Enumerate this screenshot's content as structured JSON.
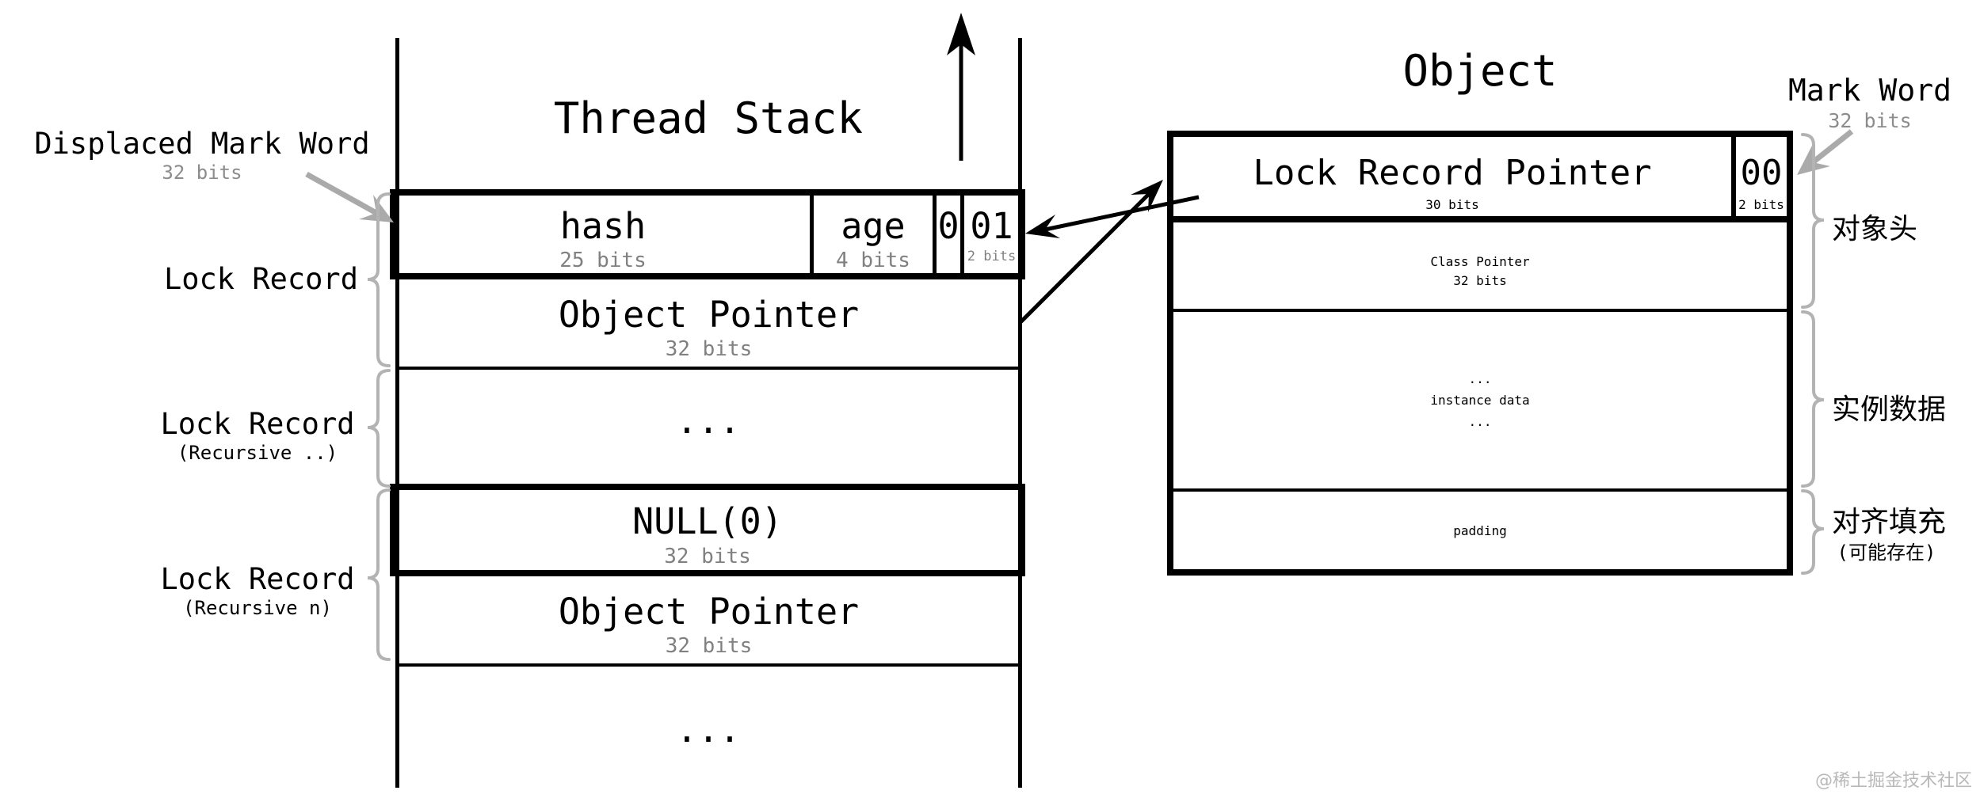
{
  "colors": {
    "ink": "#000000",
    "bits_gray": "#808080",
    "annotation_gray": "#aaaaaa",
    "watermark_gray": "#b9b9b9"
  },
  "titles": {
    "thread_stack": "Thread Stack",
    "object": "Object"
  },
  "thread_stack": {
    "mark_word": {
      "cells": [
        {
          "label": "hash",
          "bits": "25 bits"
        },
        {
          "label": "age",
          "bits": "4 bits"
        },
        {
          "label": "0",
          "bits": ""
        },
        {
          "label": "01",
          "bits": "2 bits"
        }
      ]
    },
    "object_pointer_1": {
      "label": "Object Pointer",
      "bits": "32 bits"
    },
    "ellipsis_1": "...",
    "null_row": {
      "label": "NULL(0)",
      "bits": "32 bits"
    },
    "object_pointer_2": {
      "label": "Object Pointer",
      "bits": "32 bits"
    },
    "ellipsis_2": "..."
  },
  "annotations_left": {
    "displaced_mark_word": {
      "label": "Displaced Mark Word",
      "bits": "32 bits"
    },
    "lock_record_1": {
      "label": "Lock Record"
    },
    "lock_record_2": {
      "label": "Lock Record",
      "sub": "(Recursive ..)"
    },
    "lock_record_3": {
      "label": "Lock Record",
      "sub": "(Recursive n)"
    }
  },
  "object": {
    "mark_word": {
      "pointer": {
        "label": "Lock Record Pointer",
        "bits": "30 bits"
      },
      "flag": {
        "label": "00",
        "bits": "2 bits"
      }
    },
    "class_pointer": {
      "label": "Class Pointer",
      "bits": "32 bits"
    },
    "instance_data": {
      "pre": "...",
      "label": "instance data",
      "post": "..."
    },
    "padding": {
      "label": "padding"
    }
  },
  "annotations_right": {
    "mark_word": {
      "label": "Mark Word",
      "bits": "32 bits"
    },
    "object_header": "对象头",
    "instance_data": "实例数据",
    "alignment_padding": "对齐填充",
    "alignment_padding_sub": "(可能存在)"
  },
  "watermark": "@稀土掘金技术社区"
}
